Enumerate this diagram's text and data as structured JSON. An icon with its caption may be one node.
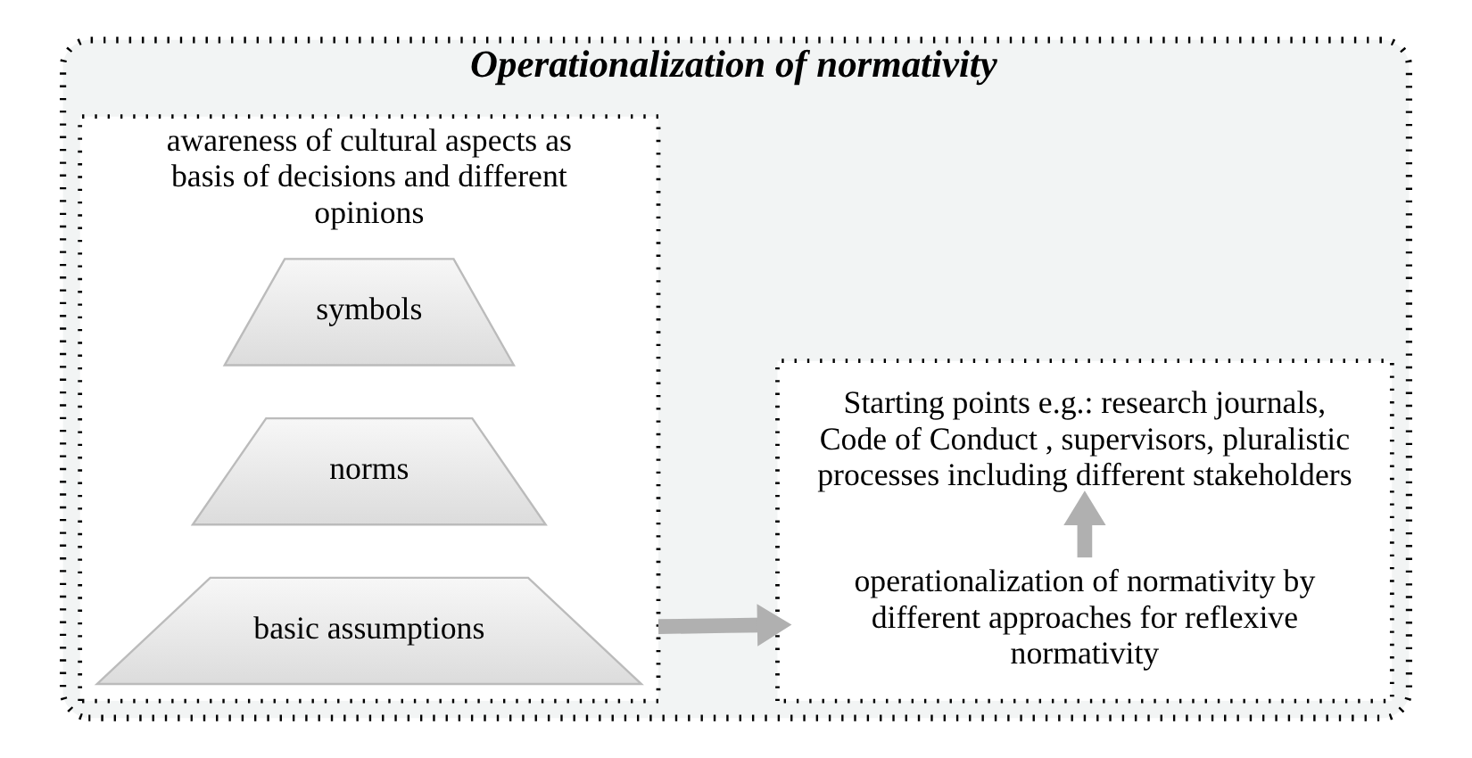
{
  "diagram": {
    "nodes": [
      {
        "text": [
          "Operationalization of normativity"
        ]
      },
      {
        "text": [
          "awareness of cultural aspects as basis of decisions and different opinions"
        ],
        "in": 0
      },
      {
        "text": [
          "symbols"
        ],
        "in": 1
      },
      {
        "text": [
          "norms"
        ],
        "in": 1
      },
      {
        "text": [
          "basic assumptions"
        ],
        "in": 1
      },
      {
        "text": [],
        "shape": "box",
        "in": 0
      },
      {
        "text": [
          "operationalization of normativity by different approaches for reflexive normativity"
        ],
        "in": 5
      },
      {
        "text": [
          "Starting points e.g.: research journals, Code of Conduct , supervisors, pluralistic processes including different stakeholders"
        ],
        "in": 5
      }
    ],
    "edges": [
      {
        "from": 1,
        "to": 5,
        "arrow": "to"
      },
      {
        "from": 6,
        "to": 7,
        "arrow": "to"
      }
    ]
  }
}
